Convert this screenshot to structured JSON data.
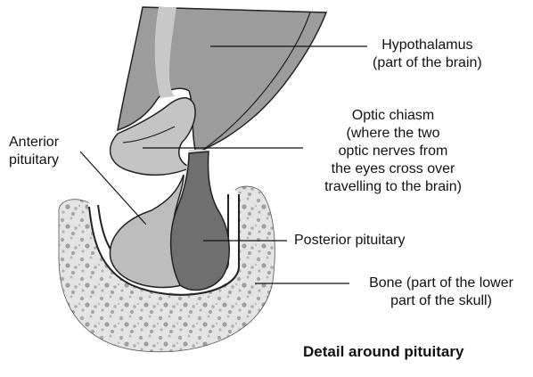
{
  "labels": {
    "hypothalamus": {
      "line1": "Hypothalamus",
      "line2": "(part of the brain)"
    },
    "optic_chiasm": {
      "line1": "Optic chiasm",
      "line2": "(where the two",
      "line3": "optic nerves from",
      "line4": "the eyes cross over",
      "line5": "travelling to the brain)"
    },
    "anterior_pituitary": {
      "line1": "Anterior",
      "line2": "pituitary"
    },
    "posterior_pituitary": {
      "line1": "Posterior pituitary"
    },
    "bone": {
      "line1": "Bone (part of the lower",
      "line2": "part of the skull)"
    }
  },
  "caption": "Detail around pituitary",
  "colors": {
    "brain_light": "#c4c4c4",
    "brain_mid": "#9c9c9c",
    "anterior": "#bdbdbd",
    "posterior": "#6f6f6f",
    "bone_fill": "#e4e4e4",
    "bone_speckle": "#a8a8a8",
    "outline": "#222222"
  }
}
